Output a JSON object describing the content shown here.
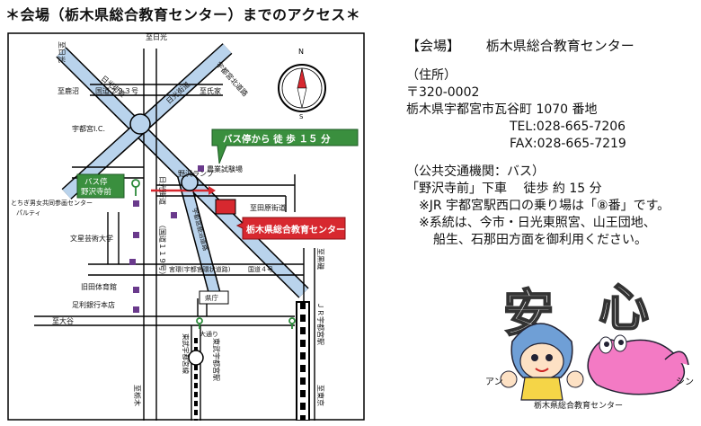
{
  "title": "＊会場（栃木県総合教育センター）までのアクセス＊",
  "map": {
    "labels": {
      "to_nikko_a": "至日光",
      "to_nikko_b": "至日光",
      "to_kanuma": "至鹿沼",
      "route293": "国道２９３号",
      "to_ujiie": "至氏家",
      "nikko_kaido_a": "日光街道",
      "nikko_kaido_b": "日光街道",
      "utsunomiya_ic": "宇都宮I.C.",
      "utsunomiya_kitadoro": "宇都宮北道路",
      "nozawa_ramp": "野沢ランプ",
      "farm": "農業試験場",
      "bus_stop_1": "バス停",
      "bus_stop_2": "野沢寺前",
      "parity_1": "とちぎ男女共同参画センター",
      "parity_2": "パルティ",
      "nikko_kaido_v": "日光街道",
      "route119": "（国道１１９号）",
      "kanumakaido": "宇都宮鹿沼道路",
      "toda_higashi": "至田原街道",
      "art_univ": "文星芸術大学",
      "kunimiyahiro": "宮環(宇都宮環状道路)",
      "route4": "国道４号",
      "to_kuroiso": "至黒磯",
      "gym": "旧田体育館",
      "kencho": "県庁",
      "jr_station": "ＪＲ宇都宮駅",
      "ashikaga_bank": "足利銀行本店",
      "to_omiya": "至大谷",
      "odori": "大通り",
      "tobu_line": "東武宇都宮線",
      "tobu_station": "東武宇都宮駅",
      "to_tochigi": "至栃木",
      "to_tokyo": "至東京"
    },
    "walk_badge": "バス停から 徒 歩 １５ 分",
    "venue_badge": "栃木県総合教育センター",
    "compass_n": "N",
    "compass_s": "S"
  },
  "info": {
    "venue_label": "【会場】",
    "venue_name": "栃木県総合教育センター",
    "address_head": "（住所）",
    "zip": "〒320-0002",
    "address": "栃木県宇都宮市瓦谷町 1070 番地",
    "tel": "TEL:028-665-7206",
    "fax": "FAX:028-665-7219",
    "transit_head": "（公共交通機関：バス）",
    "bus_line": "「野沢寺前」下車　 徒歩 約 15 分",
    "note1": "※JR 宇都宮駅西口の乗り場は「⑧番」です。",
    "note2": "※系統は、今市・日光東照宮、山王団地、",
    "note3": "船生、石那田方面を御利用ください。"
  },
  "mascot": {
    "an": "アン",
    "shin": "シン",
    "caption": "栃木県総合教育センター",
    "logo_left": "安",
    "logo_right": "心"
  }
}
